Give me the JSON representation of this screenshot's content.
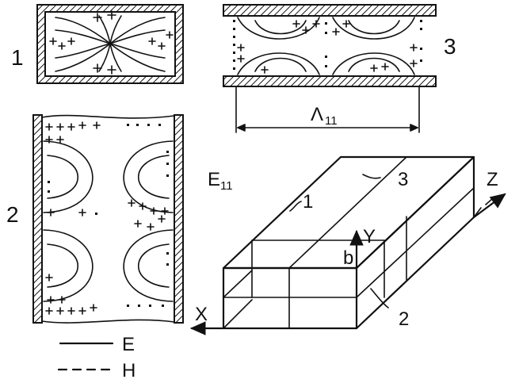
{
  "labels": {
    "fig1": "1",
    "fig2": "2",
    "fig3": "3",
    "wavelength": "Λ",
    "wavelength_sub": "11",
    "mode": "E",
    "mode_sub": "11",
    "x_axis": "X",
    "y_axis": "Y",
    "z_axis": "Z",
    "b_label": "b",
    "box_label_1": "1",
    "box_label_2": "2",
    "box_label_3": "3"
  },
  "legend": {
    "solid_label": "E",
    "dashed_label": "H"
  }
}
